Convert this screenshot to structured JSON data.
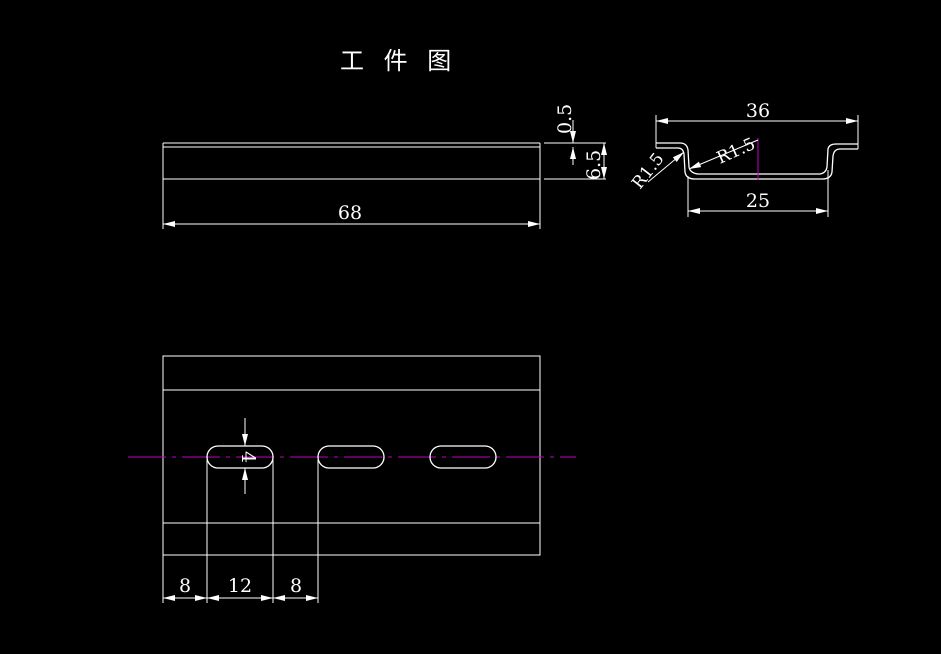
{
  "title": "工 件 图",
  "colors": {
    "background": "#000000",
    "outline": "#ffffff",
    "centerline": "#c000c0"
  },
  "side_view": {
    "length_label": "68",
    "thickness_label": "0.5",
    "height_label": "6.5"
  },
  "section_view": {
    "top_width_label": "36",
    "bottom_width_label": "25",
    "radius_left_label": "R1.5",
    "radius_right_label": "R1.5"
  },
  "plan_view": {
    "slot_width_label": "4",
    "offset_label": "8",
    "slot_length_label": "12",
    "gap_label": "8"
  }
}
